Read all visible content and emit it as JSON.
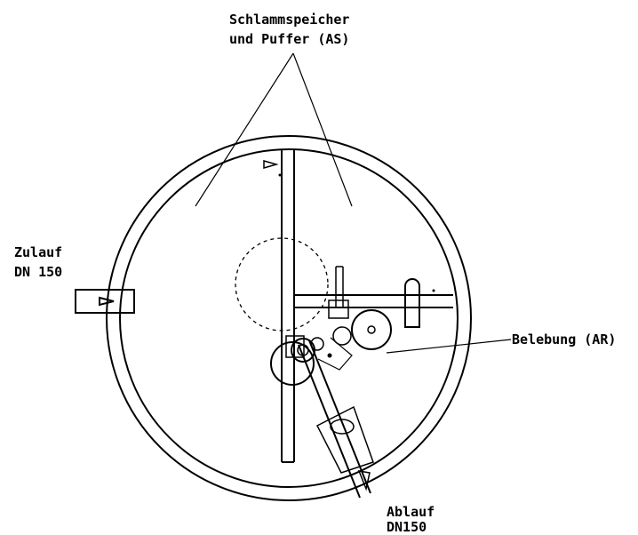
{
  "labels": {
    "sludge_storage_line1": "Schlammspeicher",
    "sludge_storage_line2": "und Puffer (AS)",
    "inlet_line1": "Zulauf",
    "inlet_line2": "DN 150",
    "aeration": "Belebung (AR)",
    "outlet_line1": "Ablauf",
    "outlet_line2": "DN150"
  },
  "colors": {
    "line": "#000000",
    "background": "#ffffff"
  }
}
